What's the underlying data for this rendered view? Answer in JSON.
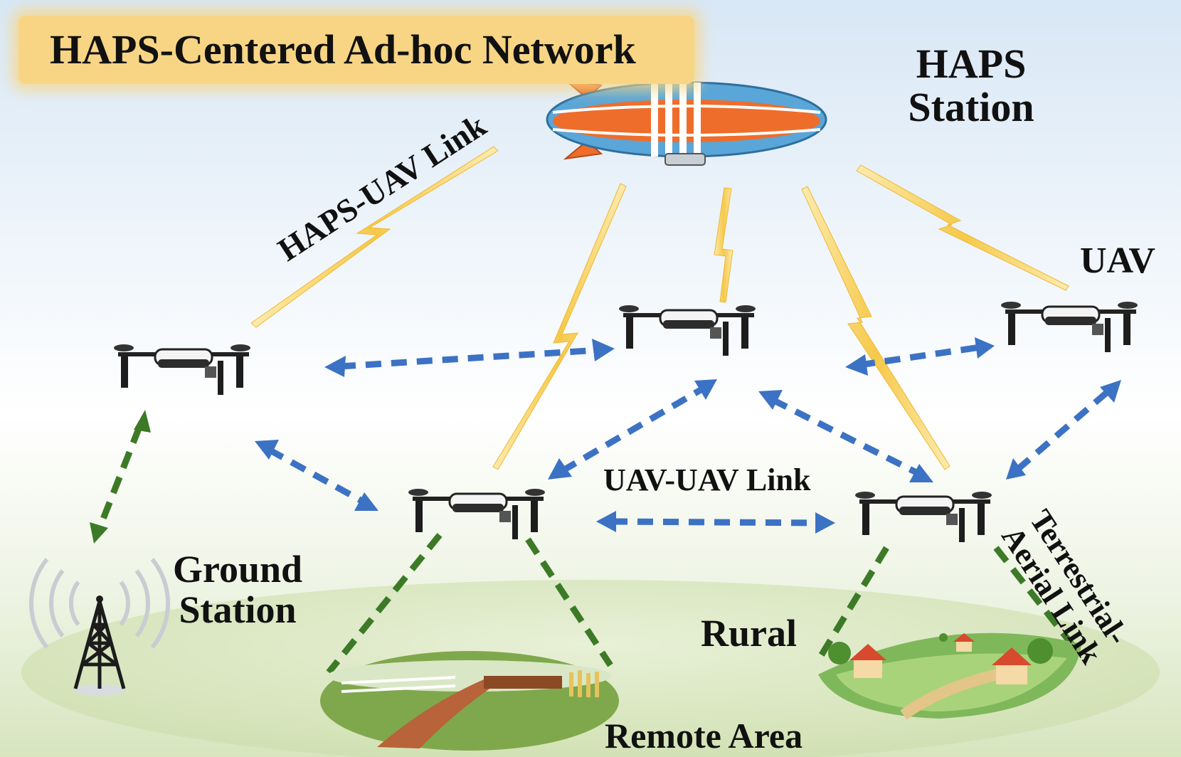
{
  "title": "HAPS-Centered Ad-hoc Network",
  "labels": {
    "haps_line1": "HAPS",
    "haps_line2": "Station",
    "haps_uav_link": "HAPS-UAV Link",
    "uav": "UAV",
    "uav_uav_link": "UAV-UAV Link",
    "ground_line1": "Ground",
    "ground_line2": "Station",
    "rural": "Rural",
    "remote_area": "Remote Area",
    "terrestrial_line1": "Terrestrial-",
    "terrestrial_line2": "Aerial Link"
  },
  "colors": {
    "sky_top": "#d8e7f5",
    "ground": "#d7e5bf",
    "lightning": "#f6c94a",
    "lightning_glow": "#fdebb0",
    "uav_link": "#3c72c4",
    "terrestrial_link": "#3d7a27",
    "title_bg": "#f8d584",
    "blimp_orange": "#ef6d2a",
    "blimp_blue": "#5aa6d8"
  },
  "icons": [
    "blimp-icon",
    "drone-icon",
    "radio-tower-icon",
    "farmland-icon",
    "village-icon"
  ]
}
